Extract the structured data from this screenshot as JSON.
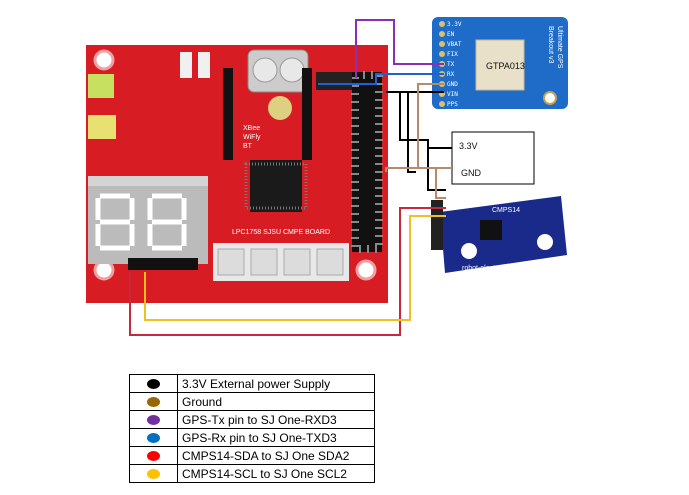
{
  "gps": {
    "pins": [
      "3.3V",
      "EN",
      "VBAT",
      "FIX",
      "TX",
      "RX",
      "GND",
      "VIN",
      "PPS"
    ],
    "chip_label": "GTPA013",
    "board_text": [
      "Ultimate GPS",
      "Breakout v3"
    ]
  },
  "power_box": {
    "v33": "3.3V",
    "gnd": "GND"
  },
  "cmps": {
    "title": "CMPS14",
    "url": "robot-electronics.co.uk"
  },
  "sj_board": {
    "xbee": [
      "XBee",
      "WiFly",
      "BT"
    ],
    "label": "LPC1758  SJSU  CMPE  BOARD"
  },
  "legend": [
    {
      "color": "#000000",
      "text": "3.3V External power Supply"
    },
    {
      "color": "#996600",
      "text": "Ground"
    },
    {
      "color": "#7030a0",
      "text": "GPS-Tx pin to SJ One-RXD3"
    },
    {
      "color": "#0070c0",
      "text": "GPS-Rx pin to SJ One-TXD3"
    },
    {
      "color": "#ff0000",
      "text": "CMPS14-SDA to SJ One SDA2"
    },
    {
      "color": "#ffc000",
      "text": "CMPS14-SCL to SJ One SCL2"
    }
  ]
}
